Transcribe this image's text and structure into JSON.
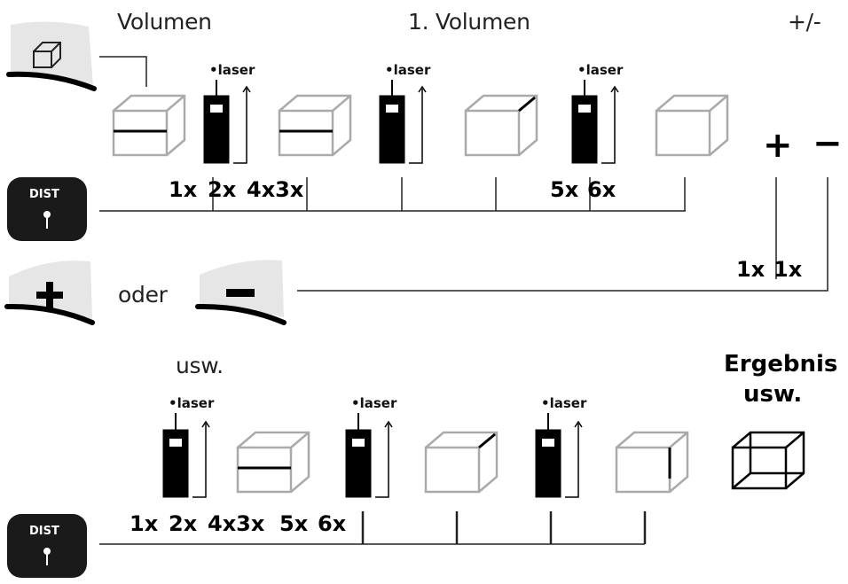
{
  "labels": {
    "volume": "Volumen",
    "first_volume": "1. Volumen",
    "plus_minus": "+/-",
    "or": "oder",
    "etc": "usw.",
    "result": "Ergebnis",
    "result_etc": "usw.",
    "plus_sign": "+",
    "minus_sign": "−",
    "laser": "laser"
  },
  "buttons": {
    "dist_label": "DIST"
  },
  "counts_top": {
    "c1": "1x",
    "c2": "2x",
    "c3": "4x3x",
    "c4": "5x",
    "c5": "6x"
  },
  "counts_plusminus": {
    "plus": "1x",
    "minus": "1x"
  },
  "counts_bottom": {
    "c1": "1x",
    "c2": "2x",
    "c3": "4x3x",
    "c4": "5x",
    "c5": "6x"
  }
}
